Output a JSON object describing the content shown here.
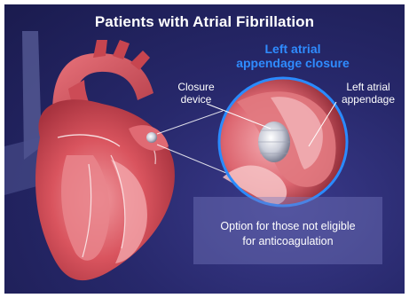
{
  "title": "Patients with Atrial Fibrillation",
  "inset": {
    "title_line1": "Left atrial",
    "title_line2": "appendage closure",
    "label_device_line1": "Closure",
    "label_device_line2": "device",
    "label_appendage_line1": "Left atrial",
    "label_appendage_line2": "appendage"
  },
  "caption": {
    "line1": "Option for those not eligible",
    "line2": "for anticoagulation"
  },
  "colors": {
    "background": "#1f2058",
    "inset_title": "#2f8cff",
    "heart": "#d9545e",
    "inset_ring": "#2a8bff"
  }
}
